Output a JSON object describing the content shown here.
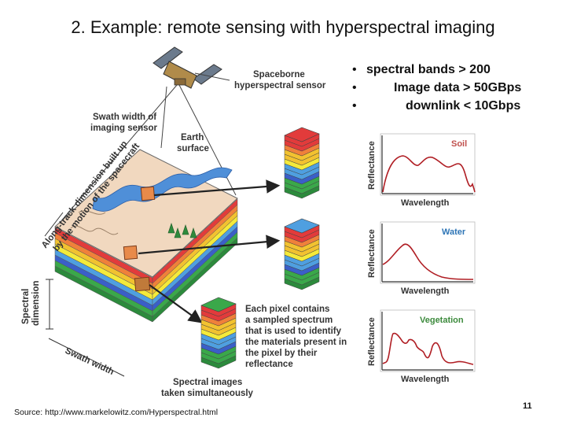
{
  "slide": {
    "title": "2. Example: remote sensing with hyperspectral imaging",
    "source": "Source: http://www.markelowitz.com/Hyperspectral.html",
    "page_number": "11"
  },
  "bullets": [
    "spectral bands > 200",
    "Image data > 50GBps",
    "downlink < 10Gbps"
  ],
  "diagram": {
    "labels": {
      "sensor": [
        "Spaceborne",
        "hyperspectral sensor"
      ],
      "swath_sensor": [
        "Swath width of",
        "imaging sensor"
      ],
      "earth": [
        "Earth",
        "surface"
      ],
      "along_track": [
        "Along-track dimension built up",
        "by the motion of the spacecraft"
      ],
      "spectral_dimension": [
        "Spectral",
        "dimension"
      ],
      "swath_width": "Swath width",
      "pixel_note": [
        "Each pixel contains",
        "a sampled spectrum",
        "that is used to identify",
        "the materials present in",
        "the pixel by their",
        "reflectance"
      ],
      "spectral_images": [
        "Spectral images",
        "taken simultaneously"
      ]
    },
    "band_colors": [
      "#e23b3b",
      "#f0803a",
      "#f2c230",
      "#f4ea3a",
      "#4f9fe0",
      "#3a5fc8",
      "#3aa84a",
      "#2c8a3c"
    ],
    "plots": [
      {
        "title": "Soil",
        "title_color": "#c0504d",
        "xlabel": "Wavelength",
        "ylabel": "Reflectance"
      },
      {
        "title": "Water",
        "title_color": "#2e75b6",
        "xlabel": "Wavelength",
        "ylabel": "Reflectance"
      },
      {
        "title": "Vegetation",
        "title_color": "#3c8a3c",
        "xlabel": "Wavelength",
        "ylabel": "Reflectance"
      }
    ]
  }
}
